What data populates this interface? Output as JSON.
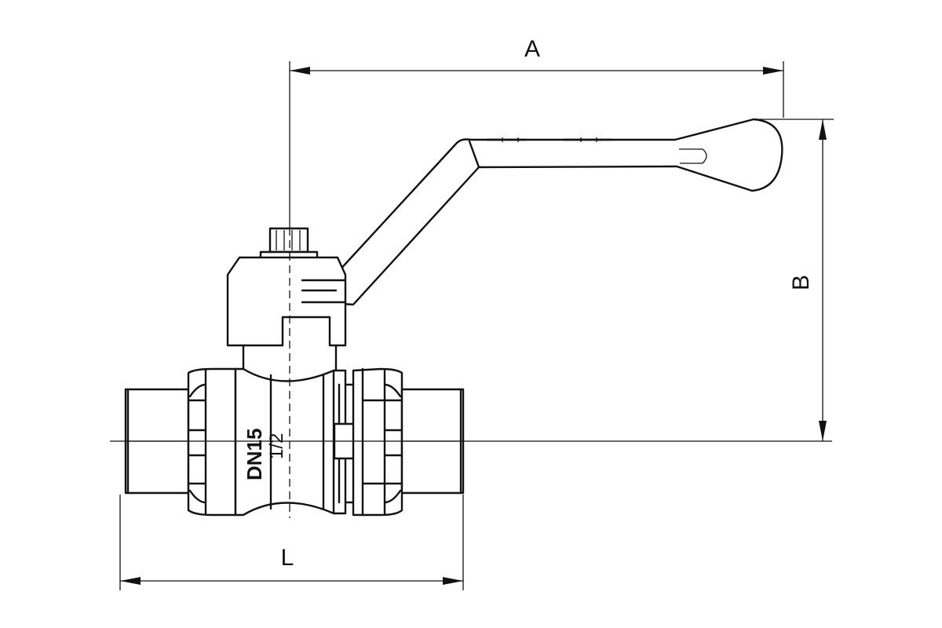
{
  "dimensions": {
    "a_label": "A",
    "b_label": "B",
    "l_label": "L"
  },
  "body_marking": {
    "size_label": "DN15",
    "thread_label": "1/2"
  }
}
